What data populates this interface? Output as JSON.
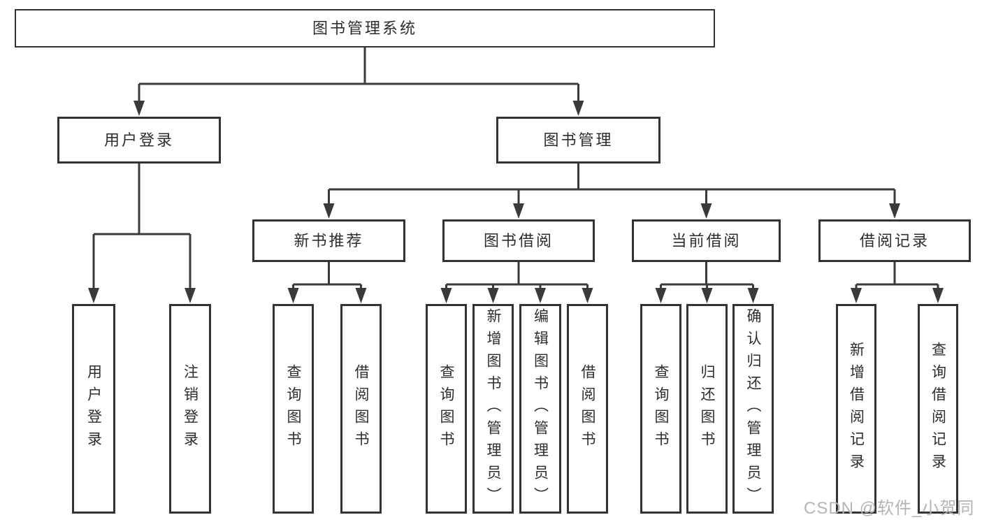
{
  "colors": {
    "background": "#ffffff",
    "line": "#3a3a3a",
    "box_border": "#333333",
    "text": "#2d2d2d",
    "watermark": "#b4b4b4"
  },
  "diagram": {
    "root": {
      "label": "图书管理系统"
    },
    "level2": {
      "user_login": {
        "label": "用户登录"
      },
      "book_management": {
        "label": "图书管理"
      }
    },
    "level3": {
      "new_book_recommend": {
        "label": "新书推荐"
      },
      "book_borrowing": {
        "label": "图书借阅"
      },
      "current_borrowing": {
        "label": "当前借阅"
      },
      "borrowing_records": {
        "label": "借阅记录"
      }
    },
    "leaves": {
      "user_login_login": {
        "label": "用户登录"
      },
      "user_login_logout": {
        "label": "注销登录"
      },
      "new_book_query": {
        "label": "查询图书"
      },
      "new_book_borrow": {
        "label": "借阅图书"
      },
      "borrow_query": {
        "label": "查询图书"
      },
      "borrow_add": {
        "label": "新增图书（管理员）"
      },
      "borrow_edit": {
        "label": "编辑图书（管理员）"
      },
      "borrow_borrow": {
        "label": "借阅图书"
      },
      "current_query": {
        "label": "查询图书"
      },
      "current_return": {
        "label": "归还图书"
      },
      "current_confirm": {
        "label": "确认归还（管理员）"
      },
      "records_add": {
        "label": "新增借阅记录"
      },
      "records_query": {
        "label": "查询借阅记录"
      }
    }
  },
  "watermark": {
    "text": "CSDN @软件_小贺同学"
  }
}
